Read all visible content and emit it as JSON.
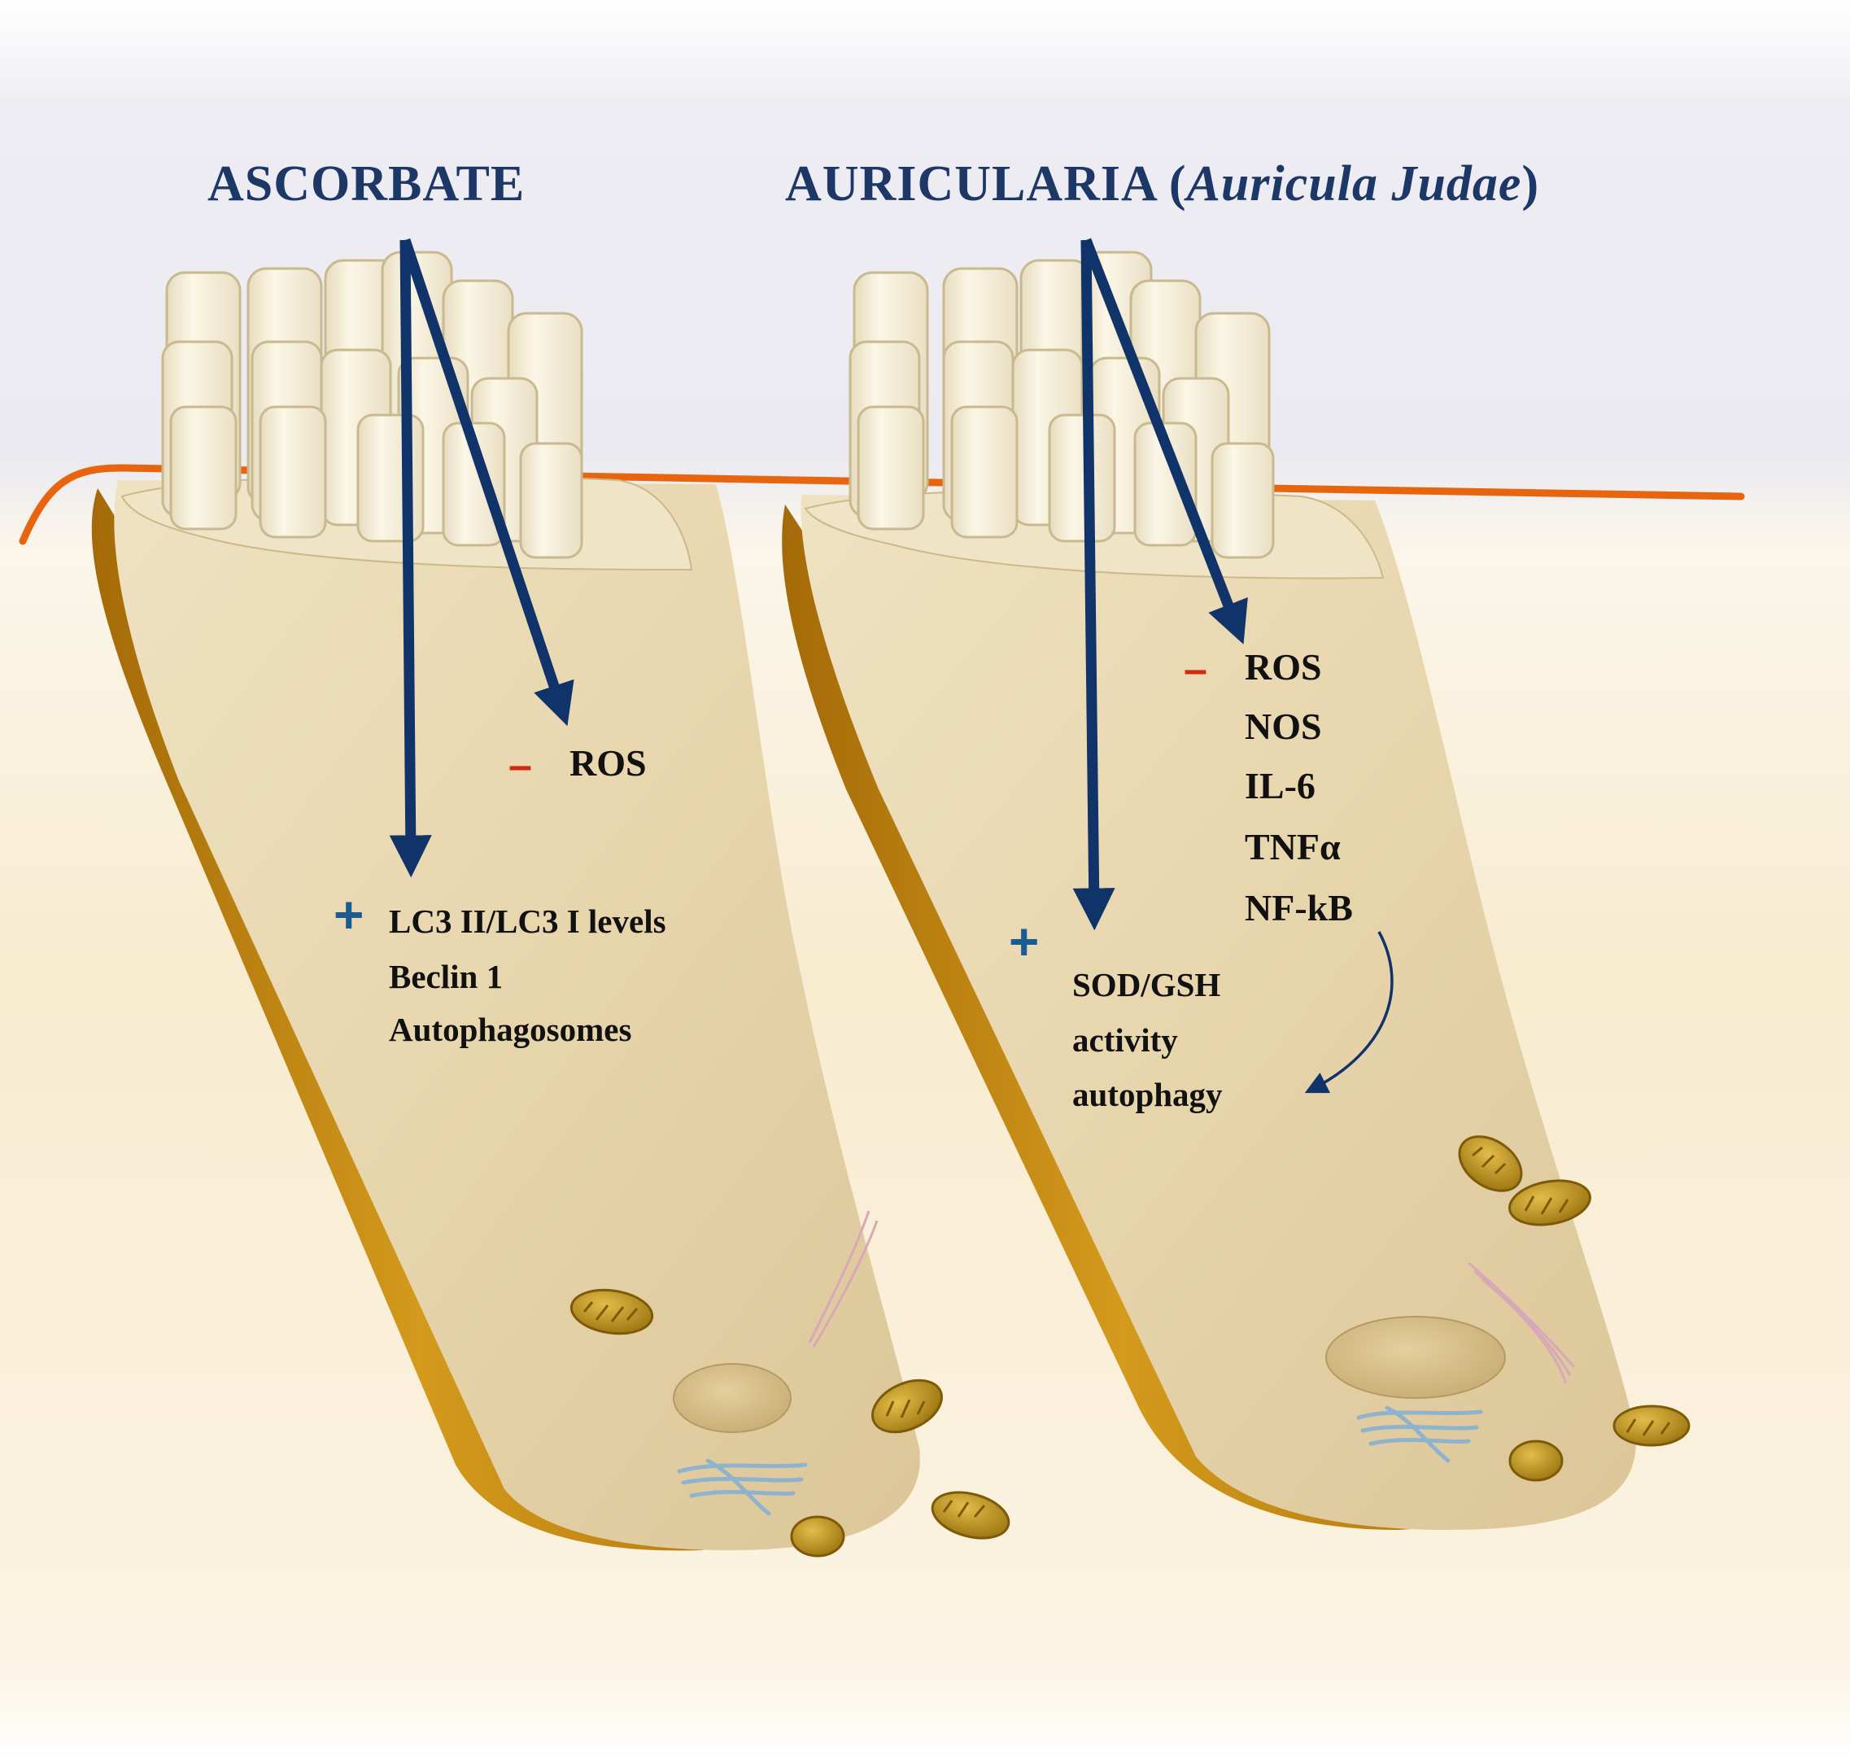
{
  "headings": {
    "left": "ASCORBATE",
    "right_main": "AURICULARIA (",
    "right_italic": "Auricula Judae",
    "right_close": ")"
  },
  "signs": {
    "plus": "+",
    "minus": "–"
  },
  "left_cell": {
    "decrease": [
      "ROS"
    ],
    "increase": [
      "LC3 II/LC3 I levels",
      "Beclin 1",
      "Autophagosomes"
    ]
  },
  "right_cell": {
    "decrease": [
      "ROS",
      "NOS",
      "IL-6",
      "TNFα",
      "NF-kB"
    ],
    "increase": [
      "SOD/GSH",
      "activity",
      "autophagy"
    ]
  },
  "colors": {
    "arrow": "#10336a",
    "heading": "#1d3767",
    "plus_sign": "#1a5b92",
    "minus_sign": "#d22a10",
    "membrane": "#e8650f",
    "cell_body": "#ead9b3",
    "cell_edge": "#c98a12",
    "stereocilia": "#f8f1dc",
    "mitochondria": "#c89a1e",
    "nucleus": "#d9c38f",
    "golgi": "#8fb3cc",
    "filaments": "#d9a8b8",
    "sky": "#ecebf3"
  }
}
